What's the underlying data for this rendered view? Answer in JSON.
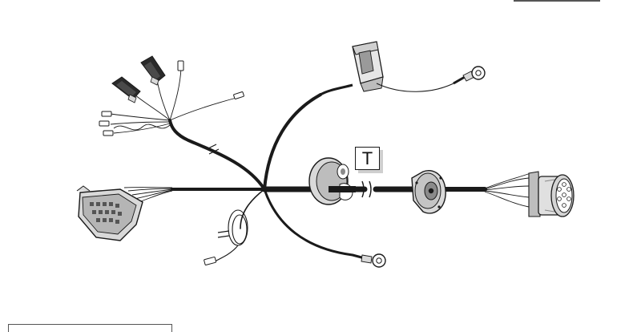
{
  "diagram": {
    "callout_label": "T",
    "colors": {
      "line": "#1a1a1a",
      "connector_fill": "#d9d9d9",
      "connector_dark": "#8a8a8a",
      "shadow": "#cfcfcf",
      "background": "#ffffff"
    },
    "components": [
      "multi-pin-plug-connector",
      "round-socket-connector",
      "flange-socket-connector",
      "relay-block",
      "ring-terminal",
      "ring-terminal",
      "flat-plug",
      "flat-plug",
      "blade-terminal"
    ]
  }
}
